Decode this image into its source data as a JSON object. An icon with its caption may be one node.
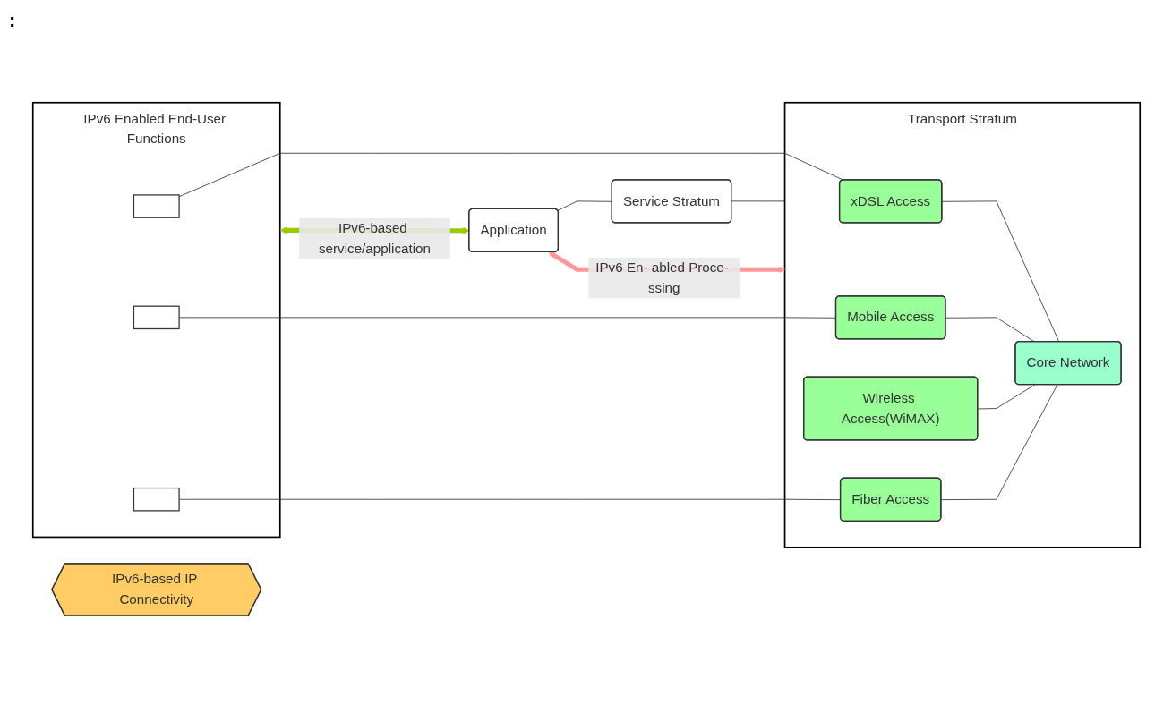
{
  "diagram": {
    "nodes": [
      {
        "text": [
          "Application"
        ]
      },
      {
        "text": [
          "Service Stratum"
        ]
      },
      {
        "text": [
          "Transport Stratum"
        ]
      },
      {
        "text": [
          "xDSL Access"
        ],
        "in": 2
      },
      {
        "text": [
          "Mobile Access"
        ],
        "in": 2
      },
      {
        "text": [
          "Wireless Access(WiMAX)"
        ],
        "in": 2
      },
      {
        "text": [
          "Fiber Access"
        ],
        "in": 2
      },
      {
        "text": [
          "Core Network"
        ],
        "in": 2
      },
      {
        "text": [
          "IPv6 Enabled End-User Functions"
        ]
      },
      {
        "text": [],
        "shape": "box",
        "in": 8
      },
      {
        "text": [],
        "shape": "box",
        "in": 8
      },
      {
        "text": [],
        "shape": "box",
        "in": 8
      },
      {
        "text": [
          "IPv6-based IP Connectivity"
        ]
      }
    ],
    "edges": [
      {
        "from": 8,
        "to": 0,
        "arrow": "both",
        "label": "IPv6-based service/application",
        "style": "thick",
        "color": "#99cc00"
      },
      {
        "from": 0,
        "to": 1,
        "arrow": "none"
      },
      {
        "from": 1,
        "to": 2,
        "arrow": "none"
      },
      {
        "from": 9,
        "to": 3,
        "arrow": "none"
      },
      {
        "from": 10,
        "to": 4,
        "arrow": "none"
      },
      {
        "from": 11,
        "to": 6,
        "arrow": "none"
      },
      {
        "from": 3,
        "to": 7,
        "arrow": "none"
      },
      {
        "from": 4,
        "to": 7,
        "arrow": "none"
      },
      {
        "from": 5,
        "to": 7,
        "arrow": "none"
      },
      {
        "from": 6,
        "to": 7,
        "arrow": "none"
      },
      {
        "from": 0,
        "to": 2,
        "arrow": "both",
        "label": "IPv6 En- abled Proce- ssing",
        "style": "thick",
        "color": "#ff9999"
      }
    ],
    "labels": [
      ":"
    ]
  }
}
